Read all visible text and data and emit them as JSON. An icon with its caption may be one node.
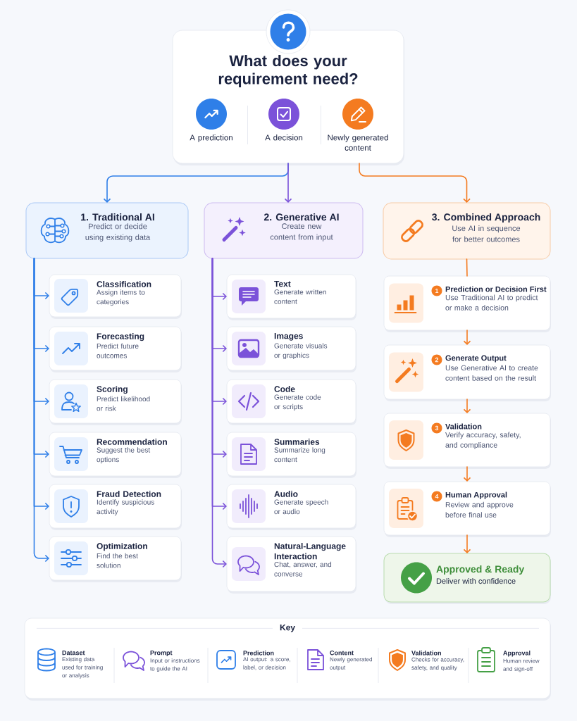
{
  "diagram": {
    "nodes": [
      {
        "text": [
          "What does your requirement need?",
          "A prediction",
          "A decision",
          "Newly generated content"
        ]
      },
      {
        "text": [
          "1. Traditional AI",
          "Predict or decide using existing data"
        ]
      },
      {
        "text": [
          "Classification",
          "Assign items to categories"
        ]
      },
      {
        "text": [
          "Forecasting",
          "Predict future outcomes"
        ]
      },
      {
        "text": [
          "Scoring",
          "Predict likelihood or risk"
        ]
      },
      {
        "text": [
          "Recommendation",
          "Suggest the best options"
        ]
      },
      {
        "text": [
          "Fraud Detection",
          "Identify suspicious activity"
        ]
      },
      {
        "text": [
          "Optimization",
          "Find the best solution"
        ]
      },
      {
        "text": [
          "2. Generative AI",
          "Create new content from input"
        ]
      },
      {
        "text": [
          "Text",
          "Generate written content"
        ]
      },
      {
        "text": [
          "Images",
          "Generate visuals or graphics"
        ]
      },
      {
        "text": [
          "Code",
          "Generate code or scripts"
        ]
      },
      {
        "text": [
          "Summaries",
          "Summarize long content"
        ]
      },
      {
        "text": [
          "Audio",
          "Generate speech or audio"
        ]
      },
      {
        "text": [
          "Natural-Language Interaction",
          "Chat, answer, and converse"
        ]
      },
      {
        "text": [
          "3. Combined Approach",
          "Use AI in sequence for better outcomes"
        ]
      },
      {
        "text": [
          "1",
          "Prediction or Decision First",
          "Use Traditional AI to predict or make a decision"
        ]
      },
      {
        "text": [
          "2",
          "Generate Output",
          "Use Generative AI to create content based on the result"
        ]
      },
      {
        "text": [
          "3",
          "Validation",
          "Verify accuracy, safety, and compliance"
        ]
      },
      {
        "text": [
          "4",
          "Human Approval",
          "Review and approve before final use"
        ]
      },
      {
        "text": [
          "Approved & Ready",
          "Deliver with confidence"
        ]
      },
      {
        "text": [
          "Key"
        ]
      },
      {
        "text": [
          "Dataset",
          "Existing data used for training or analysis"
        ],
        "in": 21
      },
      {
        "text": [
          "Prompt",
          "Input or instructions to guide the AI"
        ],
        "in": 21
      },
      {
        "text": [
          "Prediction",
          "AI output: a score, label, or decision"
        ],
        "in": 21
      },
      {
        "text": [
          "Content",
          "Newly generated output"
        ],
        "in": 21
      },
      {
        "text": [
          "Validation",
          "Checks for accuracy, safety, and quality"
        ],
        "in": 21
      },
      {
        "text": [
          "Approval",
          "Human review and sign-off"
        ],
        "in": 21
      }
    ],
    "edges": [
      {
        "from": 0,
        "to": 1,
        "arrow": "to",
        "color": "#2f7fe8"
      },
      {
        "from": 0,
        "to": 8,
        "arrow": "to",
        "color": "#7b52d9"
      },
      {
        "from": 0,
        "to": 15,
        "arrow": "to",
        "color": "#f47b20"
      },
      {
        "from": 1,
        "to": 2,
        "arrow": "to",
        "color": "#2f7fe8"
      },
      {
        "from": 1,
        "to": 3,
        "arrow": "to",
        "color": "#2f7fe8"
      },
      {
        "from": 1,
        "to": 4,
        "arrow": "to",
        "color": "#2f7fe8"
      },
      {
        "from": 1,
        "to": 5,
        "arrow": "to",
        "color": "#2f7fe8"
      },
      {
        "from": 1,
        "to": 6,
        "arrow": "to",
        "color": "#2f7fe8"
      },
      {
        "from": 1,
        "to": 7,
        "arrow": "to",
        "color": "#2f7fe8"
      },
      {
        "from": 8,
        "to": 9,
        "arrow": "to",
        "color": "#7b52d9"
      },
      {
        "from": 8,
        "to": 10,
        "arrow": "to",
        "color": "#7b52d9"
      },
      {
        "from": 8,
        "to": 11,
        "arrow": "to",
        "color": "#7b52d9"
      },
      {
        "from": 8,
        "to": 12,
        "arrow": "to",
        "color": "#7b52d9"
      },
      {
        "from": 8,
        "to": 13,
        "arrow": "to",
        "color": "#7b52d9"
      },
      {
        "from": 8,
        "to": 14,
        "arrow": "to",
        "color": "#7b52d9"
      },
      {
        "from": 15,
        "to": 16,
        "arrow": "none",
        "color": "#f47b20"
      },
      {
        "from": 16,
        "to": 17,
        "arrow": "to",
        "color": "#f47b20"
      },
      {
        "from": 17,
        "to": 18,
        "arrow": "to",
        "color": "#f47b20"
      },
      {
        "from": 18,
        "to": 19,
        "arrow": "to",
        "color": "#f47b20"
      },
      {
        "from": 19,
        "to": 20,
        "arrow": "to",
        "color": "#f47b20"
      }
    ]
  }
}
